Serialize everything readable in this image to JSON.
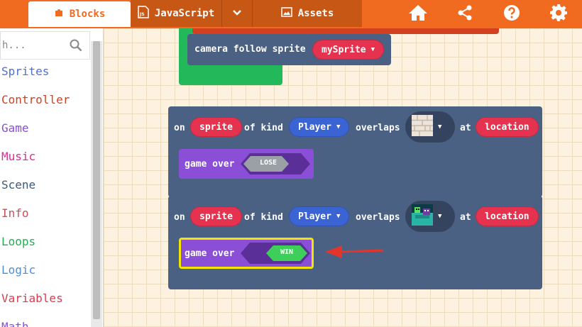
{
  "tabs": {
    "blocks": "Blocks",
    "javascript": "JavaScript",
    "js_icon": "JS",
    "assets": "Assets"
  },
  "top_icons": [
    "home-icon",
    "share-icon",
    "help-icon",
    "settings-gear-icon"
  ],
  "search": {
    "value": "h..."
  },
  "categories": [
    {
      "label": "Sprites",
      "color": "#4b6fd6"
    },
    {
      "label": "Controller",
      "color": "#d2401f"
    },
    {
      "label": "Game",
      "color": "#8a4fd6"
    },
    {
      "label": "Music",
      "color": "#e0289b"
    },
    {
      "label": "Scene",
      "color": "#3c5a7d"
    },
    {
      "label": "Info",
      "color": "#c8505a"
    },
    {
      "label": "Loops",
      "color": "#20b050"
    },
    {
      "label": "Logic",
      "color": "#4a90d9"
    },
    {
      "label": "Variables",
      "color": "#dc3a4e"
    },
    {
      "label": "Math",
      "color": "#8a4fd6"
    }
  ],
  "camera_block": {
    "text": "camera follow sprite",
    "sprite": "mySprite"
  },
  "overlap_blocks": [
    {
      "on": "on",
      "sprite": "sprite",
      "of_kind": "of kind",
      "kind": "Player",
      "overlaps": "overlaps",
      "tile_icon": "brick-wall-tile-icon",
      "at": "at",
      "location": "location",
      "game_over": "game over",
      "result": "LOSE"
    },
    {
      "on": "on",
      "sprite": "sprite",
      "of_kind": "of kind",
      "kind": "Player",
      "overlaps": "overlaps",
      "tile_icon": "monster-tile-icon",
      "at": "at",
      "location": "location",
      "game_over": "game over",
      "result": "WIN"
    }
  ],
  "colors": {
    "top_bar": "#f06a1f",
    "event_block": "#4b6184",
    "game_block": "#8a4fd6",
    "sprite_pill": "#e4324f",
    "kind_pill": "#3a63d4",
    "lose_toggle": "#9aa0a6",
    "win_toggle": "#3ecf5a",
    "highlight": "#f2e600",
    "arrow": "#e5352b"
  }
}
